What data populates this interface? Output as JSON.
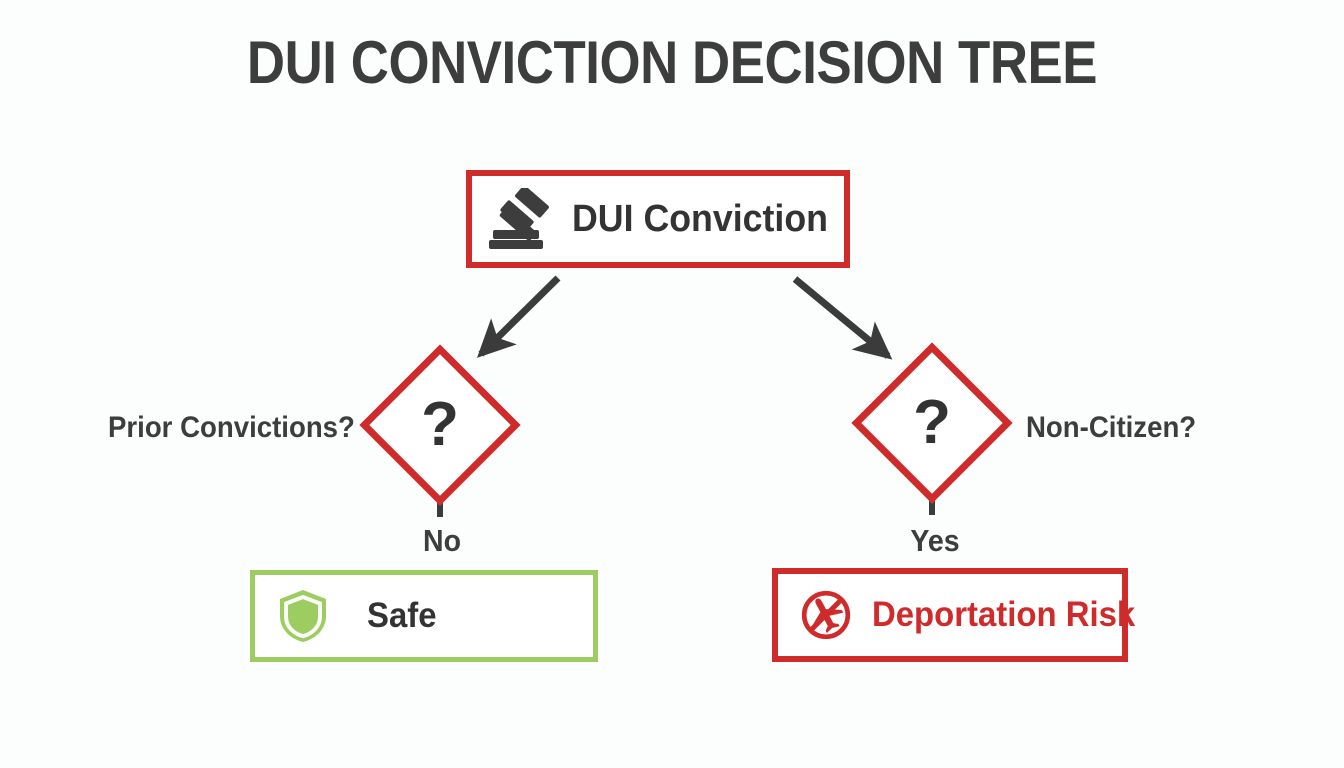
{
  "diagram": {
    "title": "DUI CONVICTION DECISION TREE",
    "background_color": "#fcfdfd",
    "accent_red": "#cf2b2b",
    "accent_green": "#9dcc60",
    "text_dark": "#3d3d3d"
  },
  "root": {
    "label": "DUI Conviction",
    "icon": "gavel-icon",
    "border_color": "#cf2b2b"
  },
  "decisions": [
    {
      "id": "prior-convictions",
      "label": "Prior Convictions?",
      "symbol": "?",
      "branch_label": "No",
      "border_color": "#cf2b2b",
      "label_side": "left"
    },
    {
      "id": "non-citizen",
      "label": "Non-Citizen?",
      "symbol": "?",
      "branch_label": "Yes",
      "border_color": "#cf2b2b",
      "label_side": "right"
    }
  ],
  "outcomes": [
    {
      "id": "safe",
      "label": "Safe",
      "icon": "shield-icon",
      "border_color": "#9dcc60",
      "text_color": "#333333"
    },
    {
      "id": "deportation-risk",
      "label": "Deportation Risk",
      "icon": "no-fly-airplane-icon",
      "border_color": "#cf2b2b",
      "text_color": "#cf2b2b"
    }
  ],
  "connectors": [
    {
      "from": "root",
      "to": "prior-convictions",
      "style": "arrow",
      "color": "#3b3b3b"
    },
    {
      "from": "root",
      "to": "non-citizen",
      "style": "arrow",
      "color": "#3b3b3b"
    },
    {
      "from": "prior-convictions",
      "to": "safe",
      "style": "dashed-stub",
      "color": "#3b3b3b"
    },
    {
      "from": "non-citizen",
      "to": "deportation-risk",
      "style": "dashed-stub",
      "color": "#3b3b3b"
    }
  ]
}
